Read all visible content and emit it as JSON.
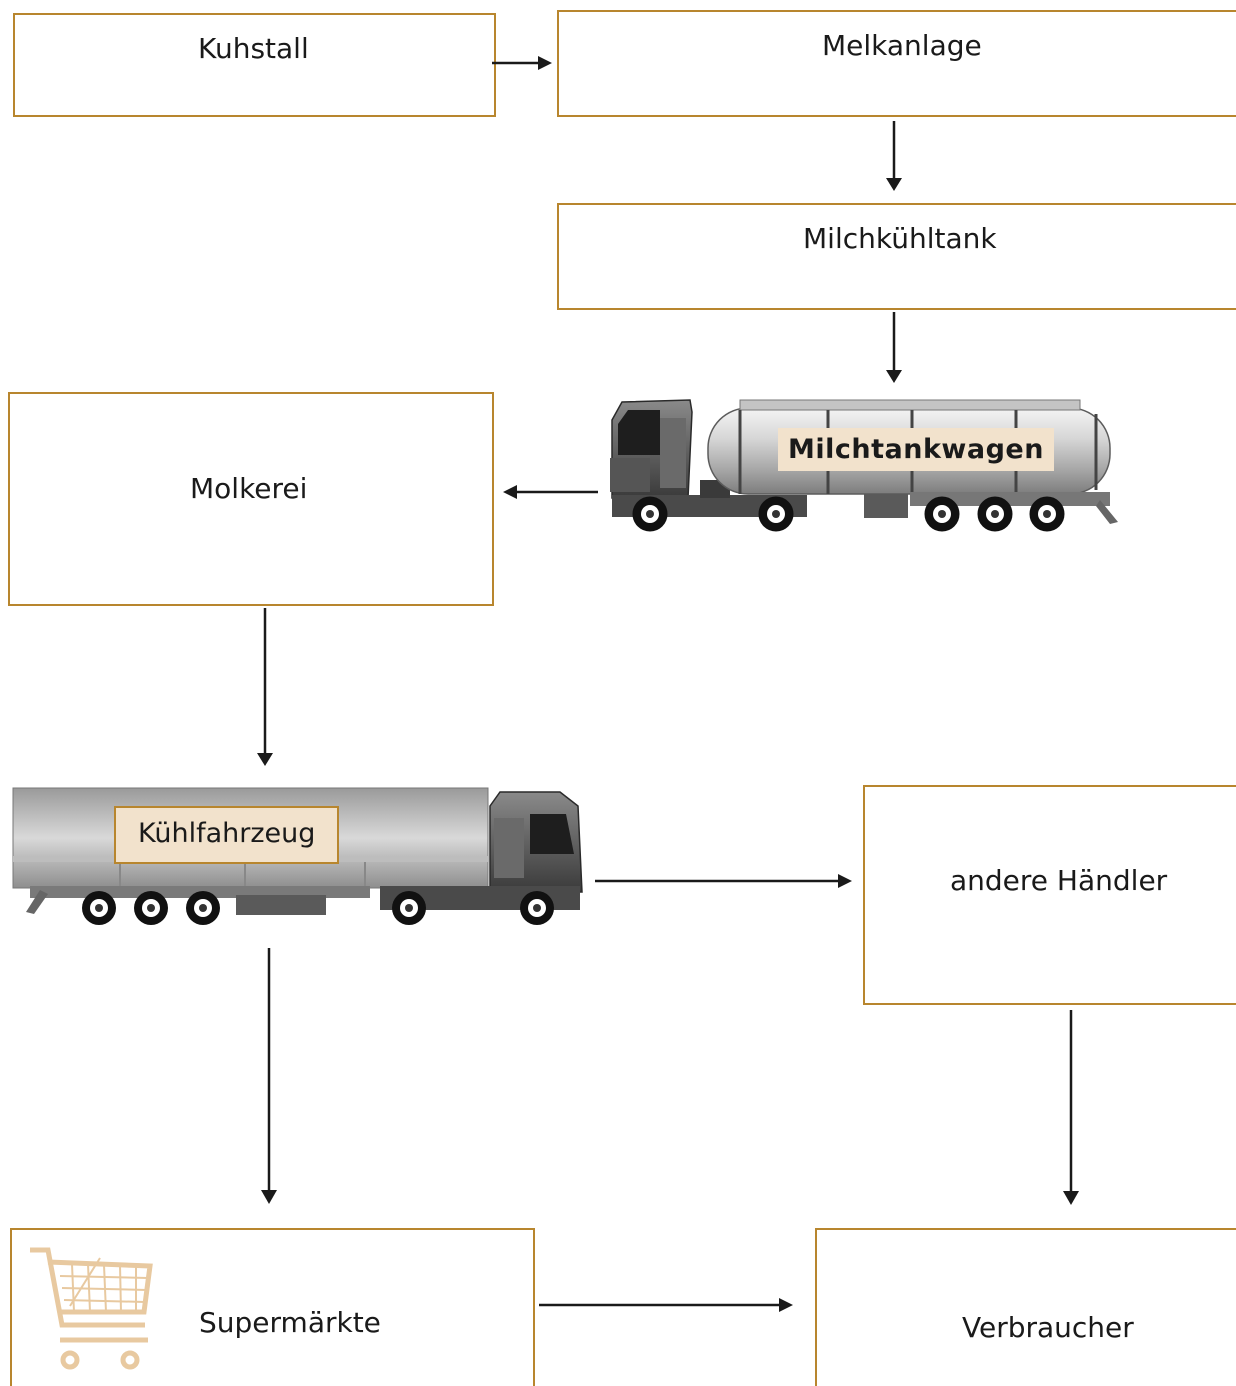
{
  "nodes": {
    "kuhstall": "Kuhstall",
    "melkanlage": "Melkanlage",
    "milchkuehltank": "Milchkühltank",
    "milchtankwagen": "Milchtankwagen",
    "molkerei": "Molkerei",
    "kuehlfahrzeug": "Kühlfahrzeug",
    "andere_haendler": "andere Händler",
    "supermaerkte": "Supermärkte",
    "verbraucher": "Verbraucher"
  },
  "colors": {
    "box_border": "#b8862e",
    "tag_fill": "#f2e2cc",
    "arrow": "#1a1a1a",
    "cart_icon": "#e8c9a0"
  },
  "icons": [
    "milk-tanker-truck-icon",
    "refrigerated-truck-icon",
    "shopping-cart-icon"
  ]
}
